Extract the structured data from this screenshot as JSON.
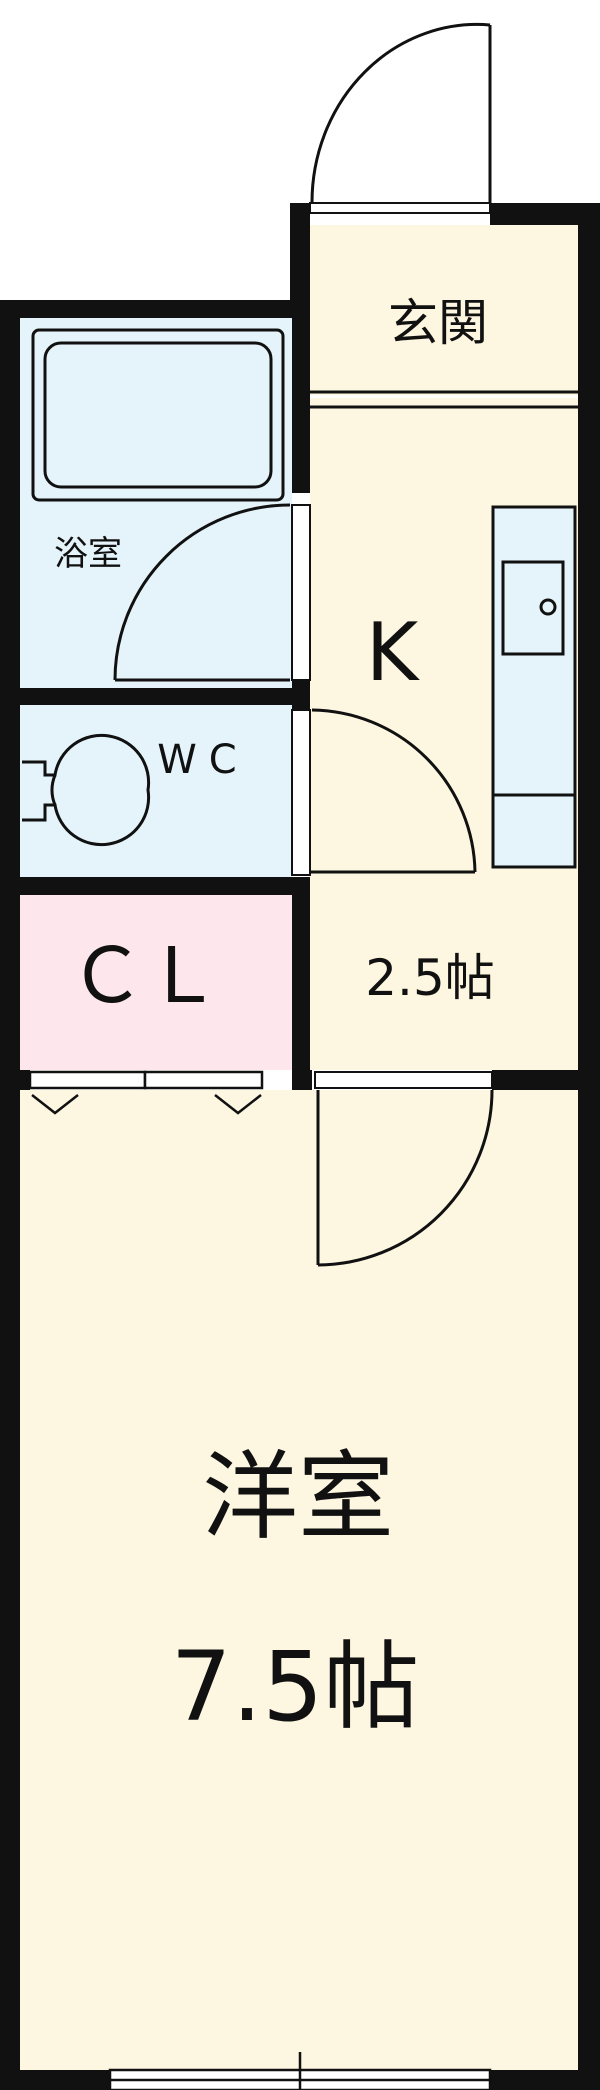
{
  "rooms": {
    "genkan": {
      "label": "玄関"
    },
    "kitchen": {
      "label": "K",
      "size": "2.5帖"
    },
    "bath": {
      "label": "浴室"
    },
    "wc": {
      "label": "WC"
    },
    "closet": {
      "label": "ＣＬ"
    },
    "western": {
      "label": "洋室",
      "size": "7.5帖"
    }
  },
  "colors": {
    "wall": "#111111",
    "cream_room": "#fdf6e0",
    "blue_room": "#e4f4fa",
    "pink_room": "#fde6ec"
  }
}
